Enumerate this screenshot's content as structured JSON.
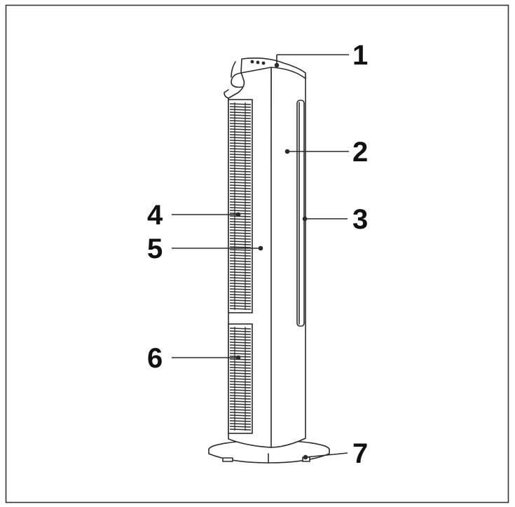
{
  "callouts": [
    {
      "number": "1"
    },
    {
      "number": "2"
    },
    {
      "number": "3"
    },
    {
      "number": "4"
    },
    {
      "number": "5"
    },
    {
      "number": "6"
    },
    {
      "number": "7"
    }
  ],
  "colors": {
    "line": "#2b2b2b",
    "frame": "#333333",
    "background": "#ffffff"
  }
}
